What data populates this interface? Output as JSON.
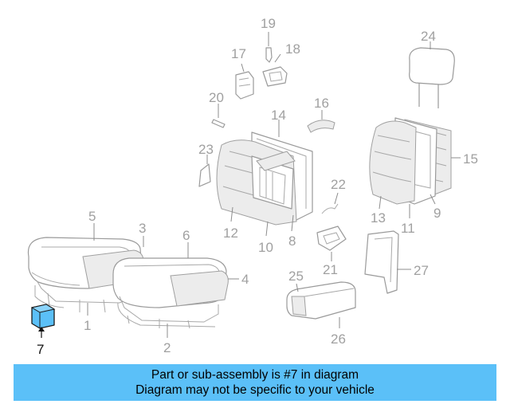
{
  "diagram": {
    "callouts": [
      "1",
      "2",
      "3",
      "4",
      "5",
      "6",
      "7",
      "8",
      "9",
      "10",
      "11",
      "12",
      "13",
      "14",
      "15",
      "16",
      "17",
      "18",
      "19",
      "20",
      "21",
      "22",
      "23",
      "24",
      "25",
      "26",
      "27"
    ],
    "highlighted_part": "7",
    "highlight_color": "#5bc0f8"
  },
  "banner": {
    "line1": "Part or sub-assembly is #7 in diagram",
    "line2": "Diagram may not be specific to your vehicle",
    "background": "#5bc0f8"
  }
}
